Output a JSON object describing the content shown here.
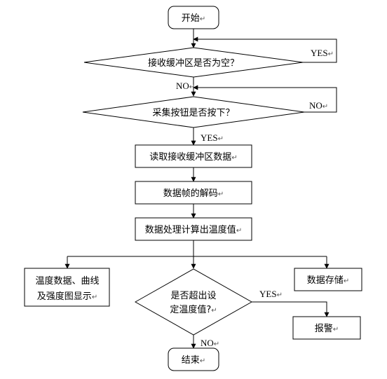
{
  "flowchart": {
    "start": "开始",
    "check_buffer": "接收缓冲区是否为空？",
    "check_button": "采集按钮是否按下？",
    "read_buffer": "读取接收缓冲区数据",
    "decode_frame": "数据帧的解码",
    "compute_temp": "数据处理计算出温度值",
    "display_line1": "温度数据、曲线",
    "display_line2": "及强度图显示",
    "store_data": "数据存储",
    "check_temp_line1": "是否超出设",
    "check_temp_line2": "定温度值?",
    "alarm": "报警",
    "end": "结束",
    "label_buffer_yes": "YES",
    "label_buffer_no": "NO",
    "label_button_no": "NO",
    "label_button_yes": "YES",
    "label_temp_yes": "YES",
    "label_temp_no": "NO",
    "paragraph_mark": "↵"
  }
}
